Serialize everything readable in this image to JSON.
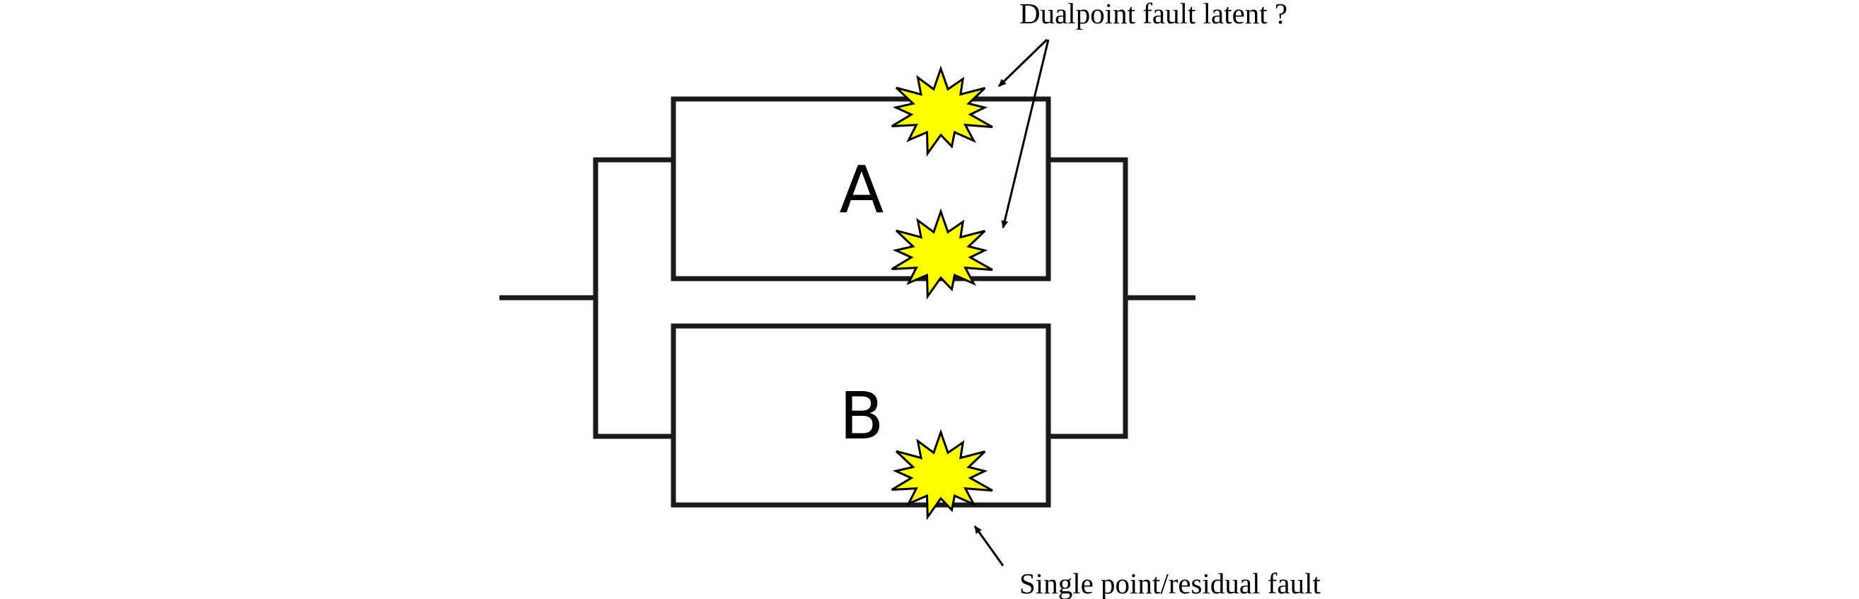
{
  "diagram": {
    "blocks": {
      "a": {
        "label": "A"
      },
      "b": {
        "label": "B"
      }
    },
    "annotations": {
      "dualpoint": "Dualpoint fault latent ?",
      "single_point": "Single point/residual fault"
    },
    "colors": {
      "line": "#1a1a1a",
      "fault_fill": "#ffff00",
      "fault_stroke": "#000000",
      "text": "#000000"
    },
    "icons": {
      "fault": "fault-starburst-icon"
    }
  }
}
